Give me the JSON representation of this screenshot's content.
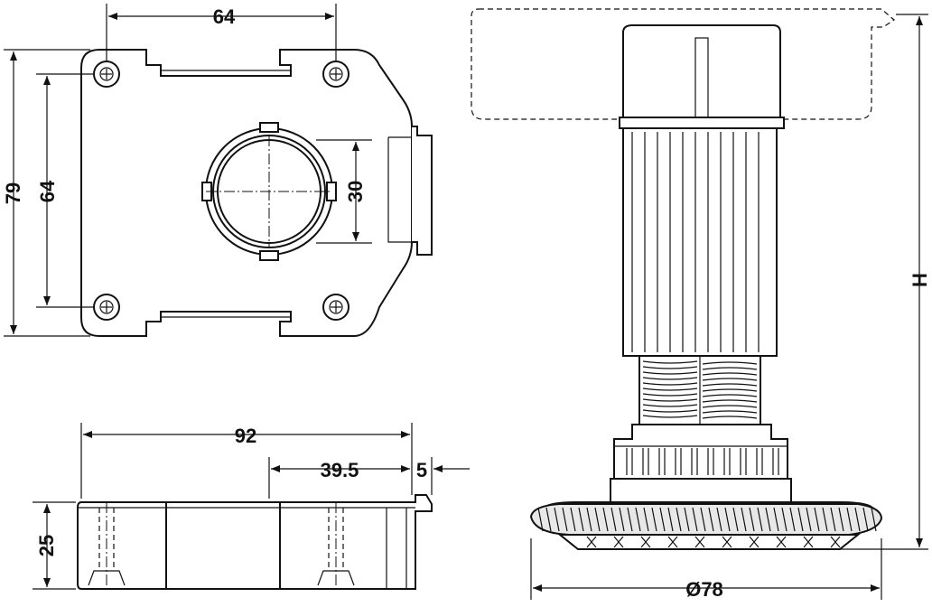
{
  "top_view": {
    "width_label": "64",
    "height_outer_label": "79",
    "height_inner_label": "64",
    "hole_label": "30"
  },
  "side_view": {
    "length_label": "92",
    "offset_label": "39.5",
    "lip_label": "5",
    "height_label": "25"
  },
  "leg_view": {
    "height_label": "H",
    "base_diameter_label": "Ø78"
  }
}
